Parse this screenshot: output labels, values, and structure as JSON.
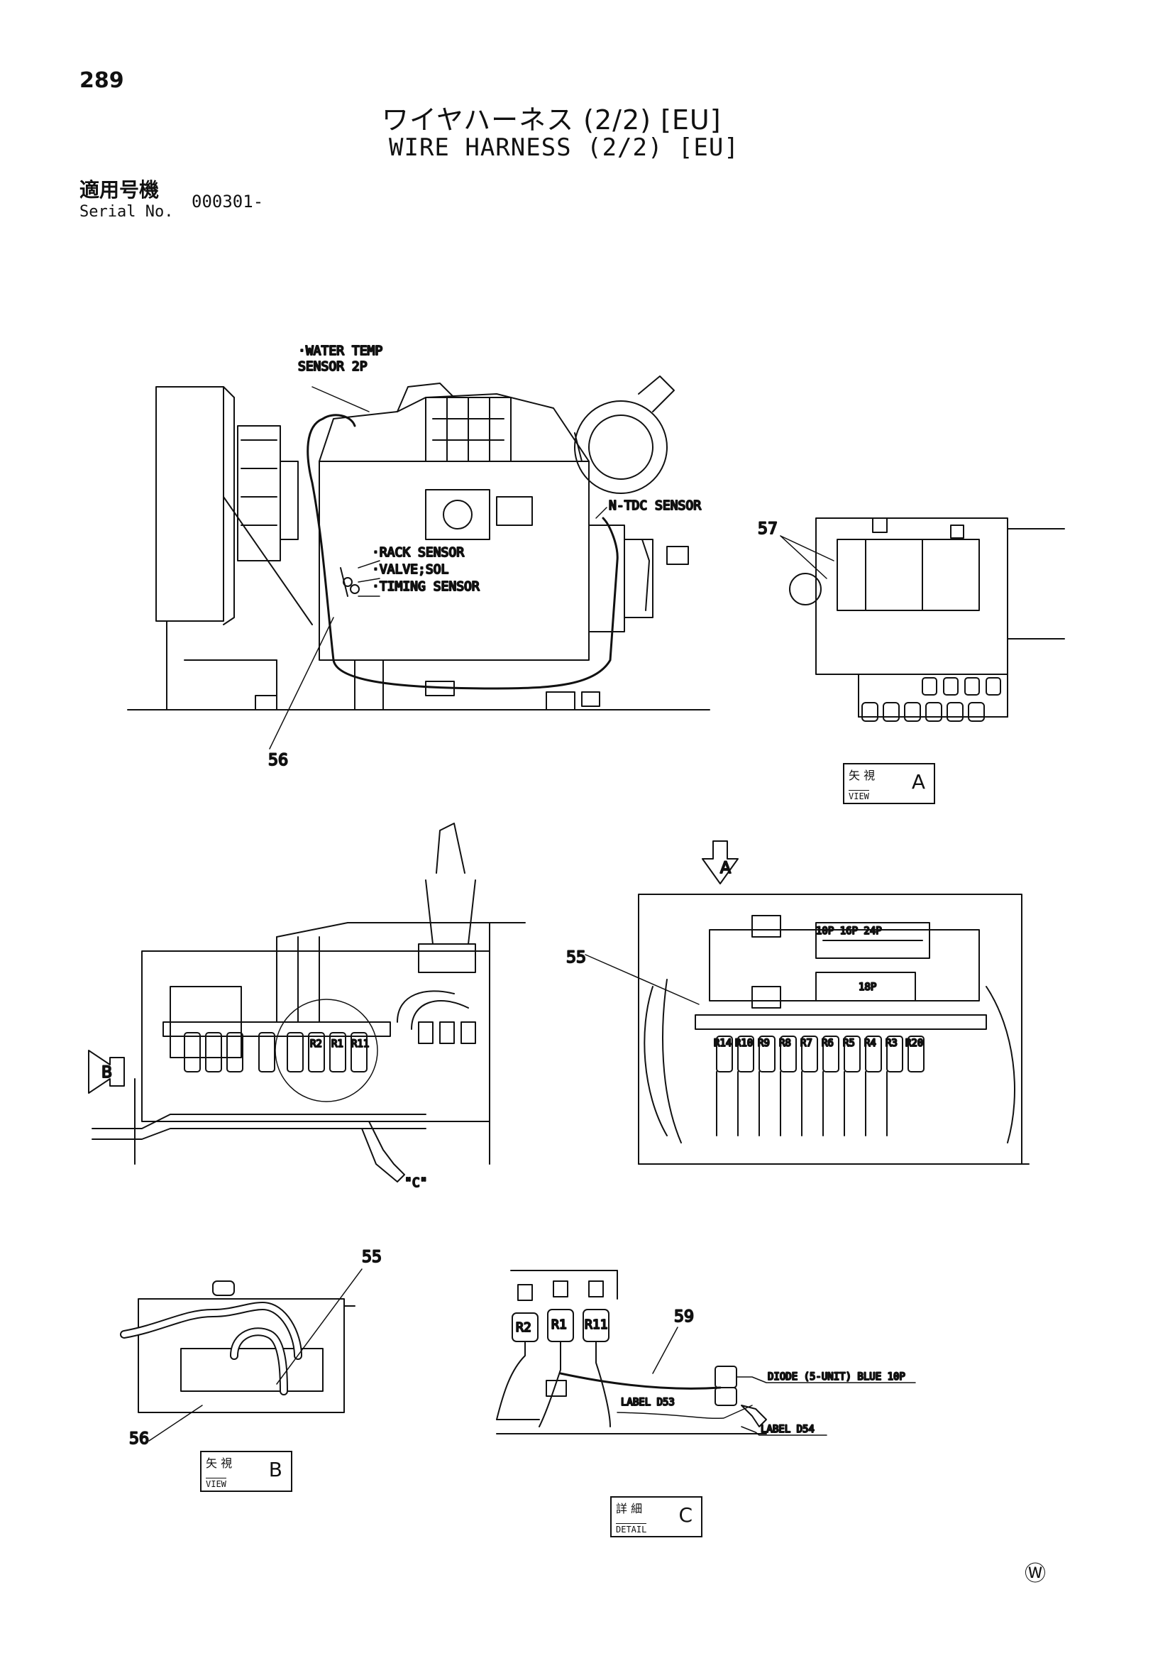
{
  "page_number": "289",
  "title_jp": "ワイヤハーネス (2/2) [EU]",
  "title_en": "WIRE HARNESS (2/2) [EU]",
  "serial_label_jp": "適用号機",
  "serial_label_en": "Serial No.",
  "serial_value": "000301-",
  "callouts": {
    "water_temp_1": "·WATER TEMP",
    "water_temp_2": "SENSOR 2P",
    "n_tdc": "N-TDC SENSOR",
    "rack": "·RACK SENSOR",
    "valve": "·VALVE;SOL",
    "timing": "·TIMING SENSOR",
    "conn_10p": "10P 16P 24P",
    "conn_18p": "18P",
    "diode": "DIODE (5-UNIT) BLUE 10P",
    "label_d53": "LABEL D53",
    "label_d54": "LABEL D54",
    "view_c_ref": "\"C\"",
    "arrow_a": "A",
    "arrow_b": "B"
  },
  "part_numbers": {
    "p56_top": "56",
    "p57": "57",
    "p55_mid": "55",
    "p55_bottom": "55",
    "p56_bottom": "56",
    "p59": "59"
  },
  "relays_view_c": [
    "R2",
    "R1",
    "R11"
  ],
  "relays_mid_left": [
    "R2",
    "R1",
    "R11"
  ],
  "relays_mid_right": [
    "R14",
    "R10",
    "R9",
    "R8",
    "R7",
    "R6",
    "R5",
    "R4",
    "R3",
    "R20"
  ],
  "views": {
    "a": {
      "jp": "矢 視",
      "en": "VIEW",
      "letter": "A"
    },
    "b": {
      "jp": "矢 視",
      "en": "VIEW",
      "letter": "B"
    },
    "c": {
      "jp": "詳 細",
      "en": "DETAIL",
      "letter": "C"
    }
  },
  "brand_mark": "Ⓦ"
}
